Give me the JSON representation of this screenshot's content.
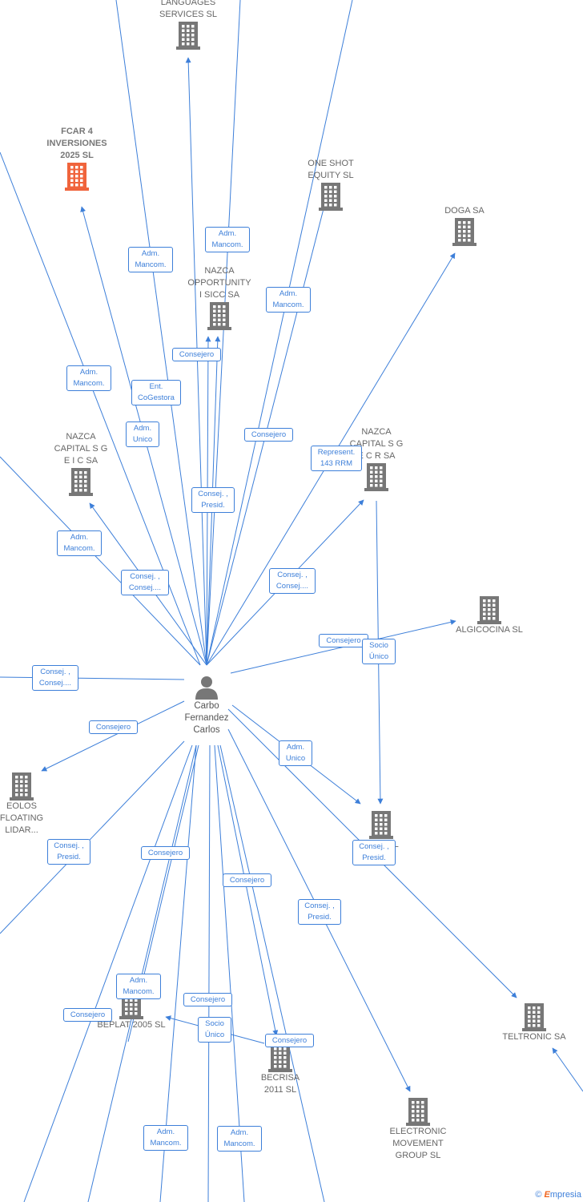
{
  "center": {
    "label": "Carbo\nFernandez\nCarlos",
    "icon": "person-icon",
    "color": "#777777"
  },
  "edge_color": "#3d7fd9",
  "building_color": "#777777",
  "highlight_color": "#f0643c",
  "nodes": [
    {
      "id": "languages-services",
      "label": "LANGUAGES\nSERVICES  SL",
      "highlight": false
    },
    {
      "id": "fcar4",
      "label": "FCAR 4\nINVERSIONES\n2025  SL",
      "highlight": true
    },
    {
      "id": "one-shot",
      "label": "ONE SHOT\nEQUITY  SL",
      "highlight": false
    },
    {
      "id": "doga",
      "label": "DOGA SA",
      "highlight": false
    },
    {
      "id": "nazca-opportunity",
      "label": "NAZCA\nOPPORTUNITY\nI SICC SA",
      "highlight": false
    },
    {
      "id": "nazca-eic",
      "label": "NAZCA\nCAPITAL S G\nE I C SA",
      "highlight": false
    },
    {
      "id": "nazca-ecr",
      "label": "NAZCA\nCAPITAL S G\nE C R SA",
      "highlight": false
    },
    {
      "id": "algicocina",
      "label": "ALGICOCINA  SL",
      "highlight": false
    },
    {
      "id": "eolos",
      "label": "EOLOS\nFLOATING\nLIDAR...",
      "highlight": false
    },
    {
      "id": "s-sl",
      "label": "S...     S  SL",
      "highlight": false
    },
    {
      "id": "teltronic",
      "label": "TELTRONIC SA",
      "highlight": false
    },
    {
      "id": "beplat",
      "label": "BEPLAT 2005  SL",
      "highlight": false
    },
    {
      "id": "becrisa",
      "label": "BECRISA\n2011 SL",
      "highlight": false
    },
    {
      "id": "electronic",
      "label": "ELECTRONIC\nMOVEMENT\nGROUP  SL",
      "highlight": false
    }
  ],
  "edge_labels": [
    {
      "id": "e1",
      "text": "Adm.\nMancom."
    },
    {
      "id": "e2",
      "text": "Adm.\nMancom."
    },
    {
      "id": "e3",
      "text": "Adm.\nMancom."
    },
    {
      "id": "e4",
      "text": "Consejero"
    },
    {
      "id": "e5",
      "text": "Adm.\nMancom."
    },
    {
      "id": "e6",
      "text": "Ent.\nCoGestora"
    },
    {
      "id": "e7",
      "text": "Adm.\nUnico"
    },
    {
      "id": "e8",
      "text": "Consejero"
    },
    {
      "id": "e9",
      "text": "Represent.\n143 RRM"
    },
    {
      "id": "e10",
      "text": "Consej. ,\nPresid."
    },
    {
      "id": "e11",
      "text": "Adm.\nMancom."
    },
    {
      "id": "e12",
      "text": "Consej. ,\nConsej...."
    },
    {
      "id": "e13",
      "text": "Consej. ,\nConsej...."
    },
    {
      "id": "e14",
      "text": "Consejero"
    },
    {
      "id": "e15",
      "text": "Socio\nÚnico"
    },
    {
      "id": "e16",
      "text": "Consej. ,\nConsej...."
    },
    {
      "id": "e17",
      "text": "Consejero"
    },
    {
      "id": "e18",
      "text": "Adm.\nUnico"
    },
    {
      "id": "e19",
      "text": "Consej. ,\nPresid."
    },
    {
      "id": "e20",
      "text": "Consejero"
    },
    {
      "id": "e21",
      "text": "Consej. ,\nPresid."
    },
    {
      "id": "e22",
      "text": "Consejero"
    },
    {
      "id": "e23",
      "text": "Consej. ,\nPresid."
    },
    {
      "id": "e24",
      "text": "Adm.\nMancom."
    },
    {
      "id": "e25",
      "text": "Consejero"
    },
    {
      "id": "e26",
      "text": "Consejero"
    },
    {
      "id": "e27",
      "text": "Socio\nÚnico"
    },
    {
      "id": "e28",
      "text": "Consejero"
    },
    {
      "id": "e29",
      "text": "Adm.\nMancom."
    },
    {
      "id": "e30",
      "text": "Adm.\nMancom."
    }
  ],
  "footer": {
    "copyright": "©",
    "brand_initial": "E",
    "brand_rest": "mpresia"
  }
}
